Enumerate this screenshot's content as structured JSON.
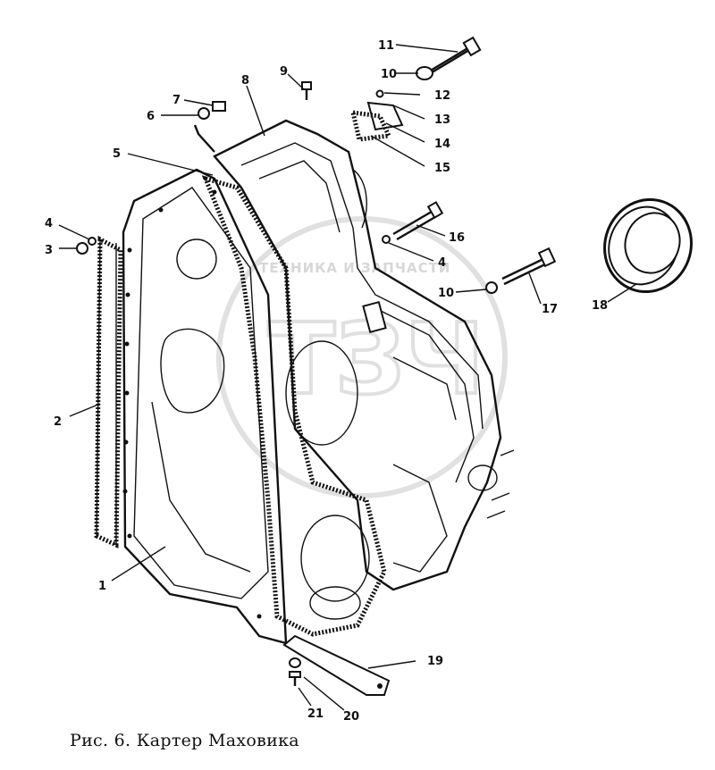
{
  "figure": {
    "caption": "Рис. 6. Картер Маховика",
    "watermark": {
      "text": "ТЕХНИКА И ЗАПЧАСТИ",
      "logo": "ТЗЧ"
    },
    "callouts": [
      {
        "id": "1",
        "label": "1"
      },
      {
        "id": "2",
        "label": "2"
      },
      {
        "id": "3",
        "label": "3"
      },
      {
        "id": "4a",
        "label": "4"
      },
      {
        "id": "4b",
        "label": "4"
      },
      {
        "id": "5",
        "label": "5"
      },
      {
        "id": "6",
        "label": "6"
      },
      {
        "id": "7",
        "label": "7"
      },
      {
        "id": "8",
        "label": "8"
      },
      {
        "id": "9",
        "label": "9"
      },
      {
        "id": "10a",
        "label": "10"
      },
      {
        "id": "10b",
        "label": "10"
      },
      {
        "id": "11",
        "label": "11"
      },
      {
        "id": "12",
        "label": "12"
      },
      {
        "id": "13",
        "label": "13"
      },
      {
        "id": "14",
        "label": "14"
      },
      {
        "id": "15",
        "label": "15"
      },
      {
        "id": "16",
        "label": "16"
      },
      {
        "id": "17",
        "label": "17"
      },
      {
        "id": "18",
        "label": "18"
      },
      {
        "id": "19",
        "label": "19"
      },
      {
        "id": "20",
        "label": "20"
      },
      {
        "id": "21",
        "label": "21"
      }
    ]
  }
}
